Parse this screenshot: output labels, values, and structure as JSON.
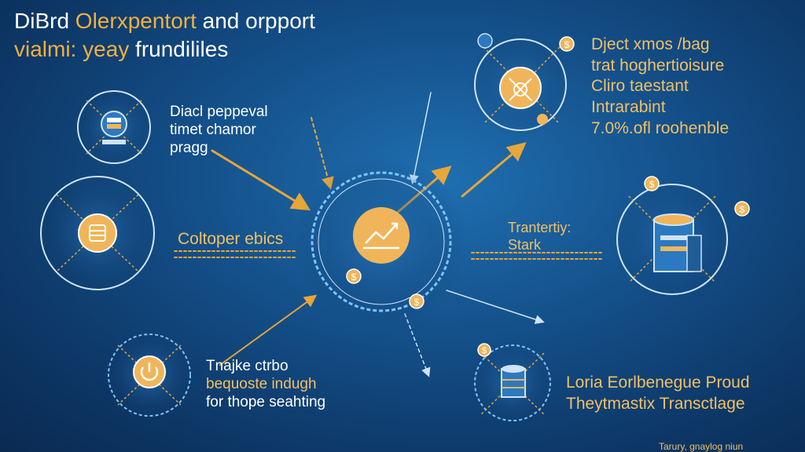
{
  "title": {
    "line1_part1": "DiBrd ",
    "line1_part2": "Olerxpentort",
    "line1_part3": " and orpport",
    "line2_part1": "vialmi: yeay",
    "line2_part2": " frundililes"
  },
  "labels": {
    "top_left": [
      "Diacl peppeval",
      "timet chamor",
      "pragg"
    ],
    "top_right": [
      "Dject xmos /bag",
      "trat hoghertioisure",
      "Cliro taestant",
      "Intrarabint",
      "7.0%.ofl roohenble"
    ],
    "left_mid": "Coltoper ebics",
    "right_mid": [
      "Trantertiy:",
      "Stark"
    ],
    "bottom_left": [
      "Tnajke ctrbo",
      "bequoste indugh",
      "for thope seahting"
    ],
    "bottom_right": [
      "Loria Eorlbenegue Proud",
      "Theytmastix Transctlage"
    ],
    "footer": "Tarury, gnaylog niun"
  },
  "colors": {
    "accent": "#f2b040",
    "node_fill": "#f0b55a",
    "ring": "#7fc4ff",
    "line": "#e6a63a"
  },
  "icons": {
    "center": "chart-growth-icon",
    "top_left": "server-icon",
    "left_mid": "database-icon",
    "bottom_left": "power-icon",
    "top_right": "satellite-dish-icon",
    "right_mid": "storage-cylinder-icon",
    "bottom_right": "data-barrel-icon",
    "badges": "dollar-coin-icon"
  }
}
